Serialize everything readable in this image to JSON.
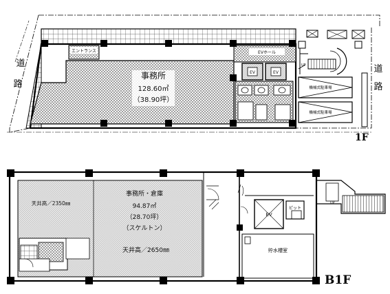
{
  "floor_1": {
    "label": "1F",
    "road_left": [
      "道",
      "路"
    ],
    "road_right": [
      "道",
      "路"
    ],
    "office_name": "事務所",
    "office_area_m2": "128.60㎡",
    "office_area_tsubo": "（38.90坪）",
    "ev_hall": "EVホール",
    "ev_left": "EV",
    "ev_right": "EV",
    "entrance": "エントランス",
    "bike_parking_top": "機械式駐車場",
    "bike_parking_bottom": "機械式駐車場",
    "up_mark": "UP"
  },
  "floor_b1": {
    "label": "B1F",
    "office_name": "事務所・倉庫",
    "office_area_m2": "94.87㎡",
    "office_area_tsubo": "（28.70坪）",
    "skeleton": "（スケルトン）",
    "ceiling_left": "天井高／2350㎜",
    "ceiling_bottom": "天井高／2650㎜",
    "ev": "EV",
    "pit": "ピット",
    "water_tank": "貯水槽室",
    "up_mark": "UP"
  },
  "colors": {
    "line": "#000000",
    "hatch": "#555555",
    "background": "#ffffff"
  }
}
